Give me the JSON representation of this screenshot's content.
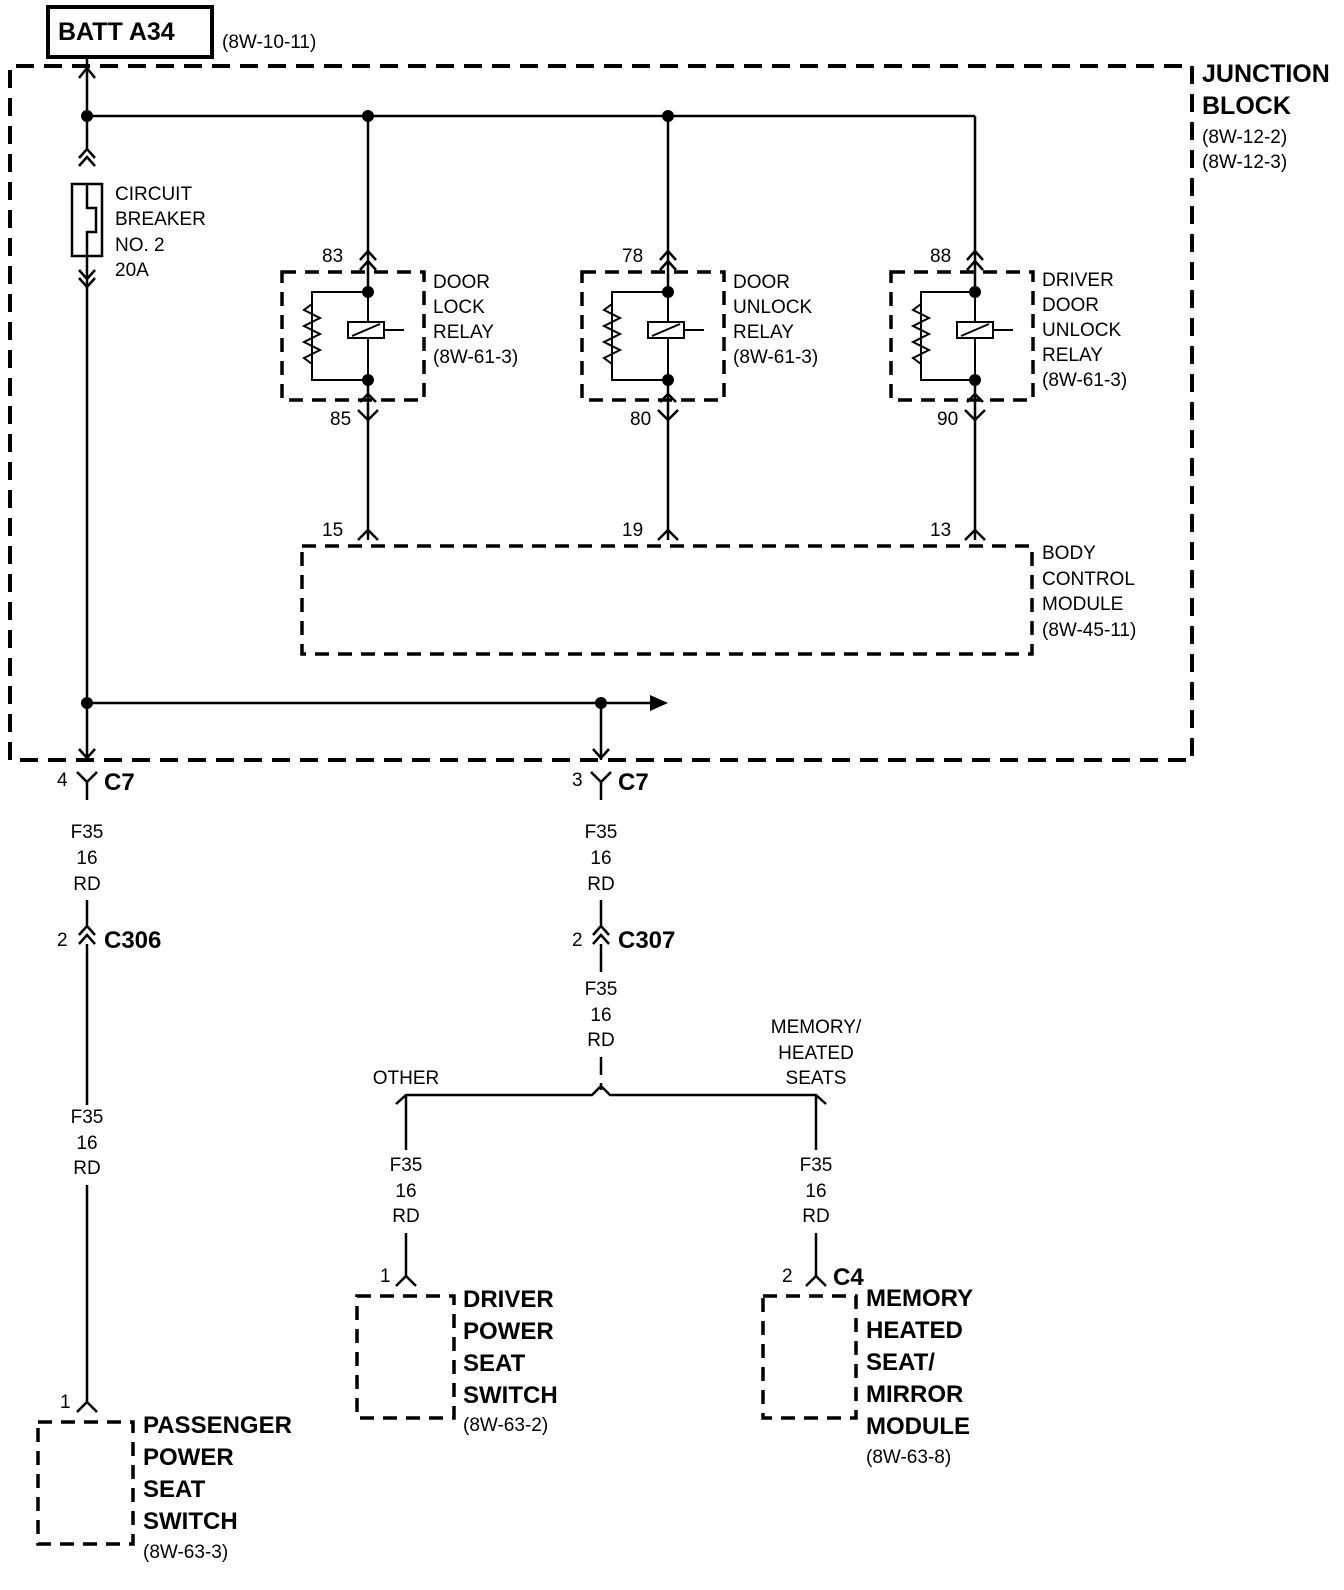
{
  "source": {
    "title": "BATT A34",
    "ref": "(8W-10-11)"
  },
  "junction_block": {
    "title_line1": "JUNCTION",
    "title_line2": "BLOCK",
    "ref1": "(8W-12-2)",
    "ref2": "(8W-12-3)"
  },
  "circuit_breaker": {
    "line1": "CIRCUIT",
    "line2": "BREAKER",
    "line3": "NO. 2",
    "line4": "20A"
  },
  "relays": [
    {
      "pin_top": "83",
      "pin_bottom": "85",
      "line1": "DOOR",
      "line2": "LOCK",
      "line3": "RELAY",
      "line4": "(8W-61-3)",
      "line5": ""
    },
    {
      "pin_top": "78",
      "pin_bottom": "80",
      "line1": "DOOR",
      "line2": "UNLOCK",
      "line3": "RELAY",
      "line4": "(8W-61-3)",
      "line5": ""
    },
    {
      "pin_top": "88",
      "pin_bottom": "90",
      "line1": "DRIVER",
      "line2": "DOOR",
      "line3": "UNLOCK",
      "line4": "RELAY",
      "line5": "(8W-61-3)"
    }
  ],
  "bcm": {
    "pins": [
      "15",
      "19",
      "13"
    ],
    "line1": "BODY",
    "line2": "CONTROL",
    "line3": "MODULE",
    "line4": "(8W-45-11)"
  },
  "connectors": {
    "c7_left": {
      "pin": "4",
      "name": "C7"
    },
    "c7_right": {
      "pin": "3",
      "name": "C7"
    },
    "c306": {
      "pin": "2",
      "name": "C306"
    },
    "c307": {
      "pin": "2",
      "name": "C307"
    },
    "c4": {
      "pin": "2",
      "name": "C4"
    }
  },
  "wire": {
    "circuit": "F35",
    "gauge": "16",
    "color": "RD"
  },
  "branch_labels": {
    "other": "OTHER",
    "memory_line1": "MEMORY/",
    "memory_line2": "HEATED",
    "memory_line3": "SEATS"
  },
  "components": {
    "passenger_switch": {
      "pin": "1",
      "line1": "PASSENGER",
      "line2": "POWER",
      "line3": "SEAT",
      "line4": "SWITCH",
      "ref": "(8W-63-3)"
    },
    "driver_switch": {
      "pin": "1",
      "line1": "DRIVER",
      "line2": "POWER",
      "line3": "SEAT",
      "line4": "SWITCH",
      "ref": "(8W-63-2)"
    },
    "memory_module": {
      "line1": "MEMORY",
      "line2": "HEATED",
      "line3": "SEAT/",
      "line4": "MIRROR",
      "line5": "MODULE",
      "ref": "(8W-63-8)"
    }
  }
}
